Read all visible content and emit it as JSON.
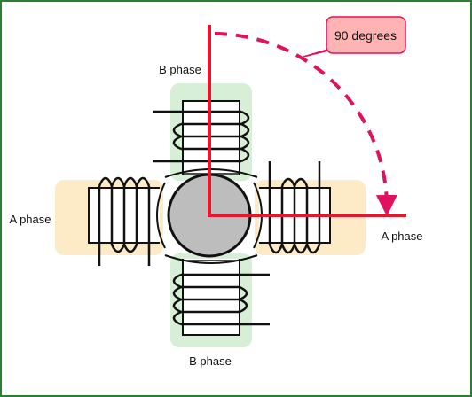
{
  "labels": {
    "b_phase_top": "B phase",
    "b_phase_bottom": "B phase",
    "a_phase_left": "A phase",
    "a_phase_right": "A phase",
    "angle_callout": "90 degrees"
  },
  "colors": {
    "frame_border": "#2e7d32",
    "a_phase_fill": "#fdebc8",
    "b_phase_fill": "#d6efd6",
    "rotor_fill": "#bdbdbd",
    "axis_line": "#e8162b",
    "arc_arrow": "#e0115f",
    "callout_fill": "#ffb3b3",
    "callout_border": "#e0115f"
  }
}
